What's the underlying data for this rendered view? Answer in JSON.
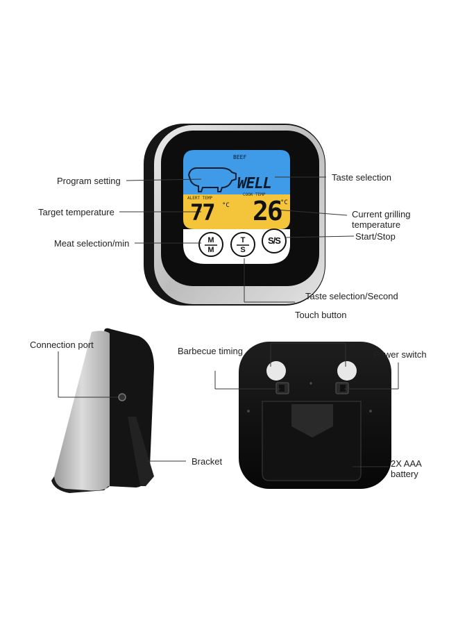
{
  "front": {
    "labels": {
      "program_setting": "Program setting",
      "target_temperature": "Target temperature",
      "meat_selection": "Meat selection/min",
      "taste_selection": "Taste selection",
      "current_grilling": "Current grilling temperature",
      "start_stop": "Start/Stop",
      "taste_selection_second": "Taste selection/Second",
      "touch_button": "Touch button"
    },
    "display": {
      "meat": "BEEF",
      "taste": "WELL",
      "alert_label": "ALERT TEMP",
      "cook_label": "COOK TEMP",
      "alert_value": "77",
      "cook_value": "26",
      "unit": "°C",
      "btn_m_top": "M",
      "btn_m_bottom": "M",
      "btn_ts_top": "T",
      "btn_ts_bottom": "S",
      "btn_ss": "S/S"
    },
    "colors": {
      "lcd_blue": "#3f9be8",
      "lcd_yellow": "#f4c53a",
      "bezel": "#0d0d0d",
      "frame": "#c9c9c9"
    }
  },
  "side": {
    "labels": {
      "connection_port": "Connection port",
      "bracket": "Bracket"
    }
  },
  "back": {
    "labels": {
      "barbecue_timing": "Barbecue timing",
      "power_switch": "Power switch",
      "battery": "2X AAA battery"
    }
  }
}
